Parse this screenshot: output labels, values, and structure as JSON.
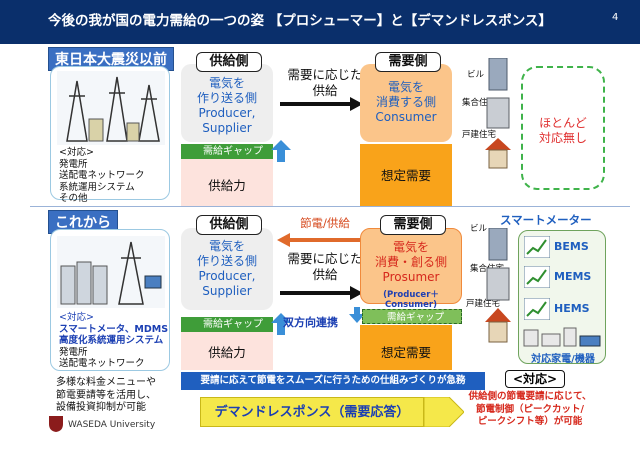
{
  "title": "今後の我が国の電力需給の一つの姿 【プロシューマー】と【デマンドレスポンス】",
  "page_number": "4",
  "before": {
    "label": "東日本大震災以前",
    "supply_tag": "供給側",
    "demand_tag": "需要側",
    "supply_desc": [
      "電気を",
      "作り送る側",
      "Producer,",
      "Supplier"
    ],
    "demand_desc": [
      "電気を",
      "消費する側",
      "Consumer"
    ],
    "arrow_label": [
      "需要に応じた",
      "供給"
    ],
    "gap_label": "需給ギャップ",
    "supply_power": "供給力",
    "assumed_demand": "想定需要",
    "notes": [
      "<対応>",
      "発電所",
      "送配電ネットワーク",
      "系統運用システム",
      "その他"
    ],
    "buildings": [
      "ビル",
      "集合住宅",
      "戸建住宅"
    ],
    "none_text": [
      "ほとんど",
      "対応無し"
    ]
  },
  "after": {
    "label": "これから",
    "supply_tag": "供給側",
    "demand_tag": "需要側",
    "supply_desc": [
      "電気を",
      "作り送る側",
      "Producer,",
      "Supplier"
    ],
    "demand_desc": [
      "電気を",
      "消費・創る側",
      "Prosumer"
    ],
    "prosumer_sub": "(Producer＋Consumer)",
    "saving_label": "節電/供給",
    "arrow_label": [
      "需要に応じた",
      "供給"
    ],
    "gap_label": "需給ギャップ",
    "gap_label_right": "需給ギャップ",
    "bidirectional": "双方向連携",
    "supply_power": "供給力",
    "assumed_demand": "想定需要",
    "notes_title": "<対応>",
    "notes_blue": [
      "スマートメータ、MDMS",
      "高度化系統運用システム"
    ],
    "notes_black": [
      "発電所",
      "送配電ネットワーク"
    ],
    "buildings": [
      "ビル",
      "集合住宅",
      "戸建住宅"
    ],
    "smart_meter": "スマートメーター",
    "ems": [
      "BEMS",
      "MEMS",
      "HEMS"
    ],
    "devices_label": "対応家電/機器"
  },
  "bottom": {
    "left_notes": [
      "多様な料金メニューや",
      "節電要請等を活用し、",
      "設備投資抑制が可能"
    ],
    "university": "WASEDA University",
    "request_banner": "要請に応えて節電をスムーズに行うための仕組みづくりが急務",
    "dr_label": "デマンドレスポンス（需要応答）",
    "response_title": "<対応>",
    "response_text": [
      "供給側の節電要請に応じて、",
      "節電制御（ピークカット/",
      "ピークシフト等）が可能"
    ]
  },
  "colors": {
    "title_bg": "#0a2f6b",
    "accent_blue": "#1f5fbf",
    "gap_green": "#3f9d39",
    "demand_orange": "#f9a31a",
    "supply_pink": "#fde3dd",
    "arrow_red": "#e06a2b",
    "dr_yellow": "#f5e84a"
  }
}
